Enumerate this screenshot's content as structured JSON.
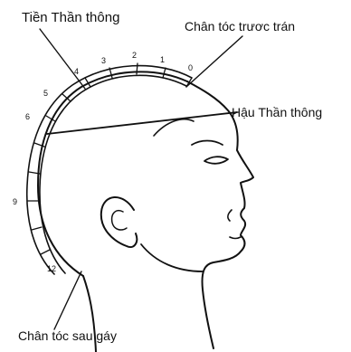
{
  "labels": {
    "tien_than_thong": "Tiền Thần thông",
    "chan_toc_truoc_tran": "Chân tóc trươc trán",
    "hau_than_thong": "Hậu Thần thông",
    "chan_toc_sau_gay": "Chân tóc sau gáy"
  },
  "scale": {
    "ticks": [
      "0",
      "1",
      "2",
      "3",
      "4",
      "5",
      "6",
      "9",
      "12"
    ]
  },
  "colors": {
    "ink": "#111111",
    "background": "#ffffff"
  }
}
